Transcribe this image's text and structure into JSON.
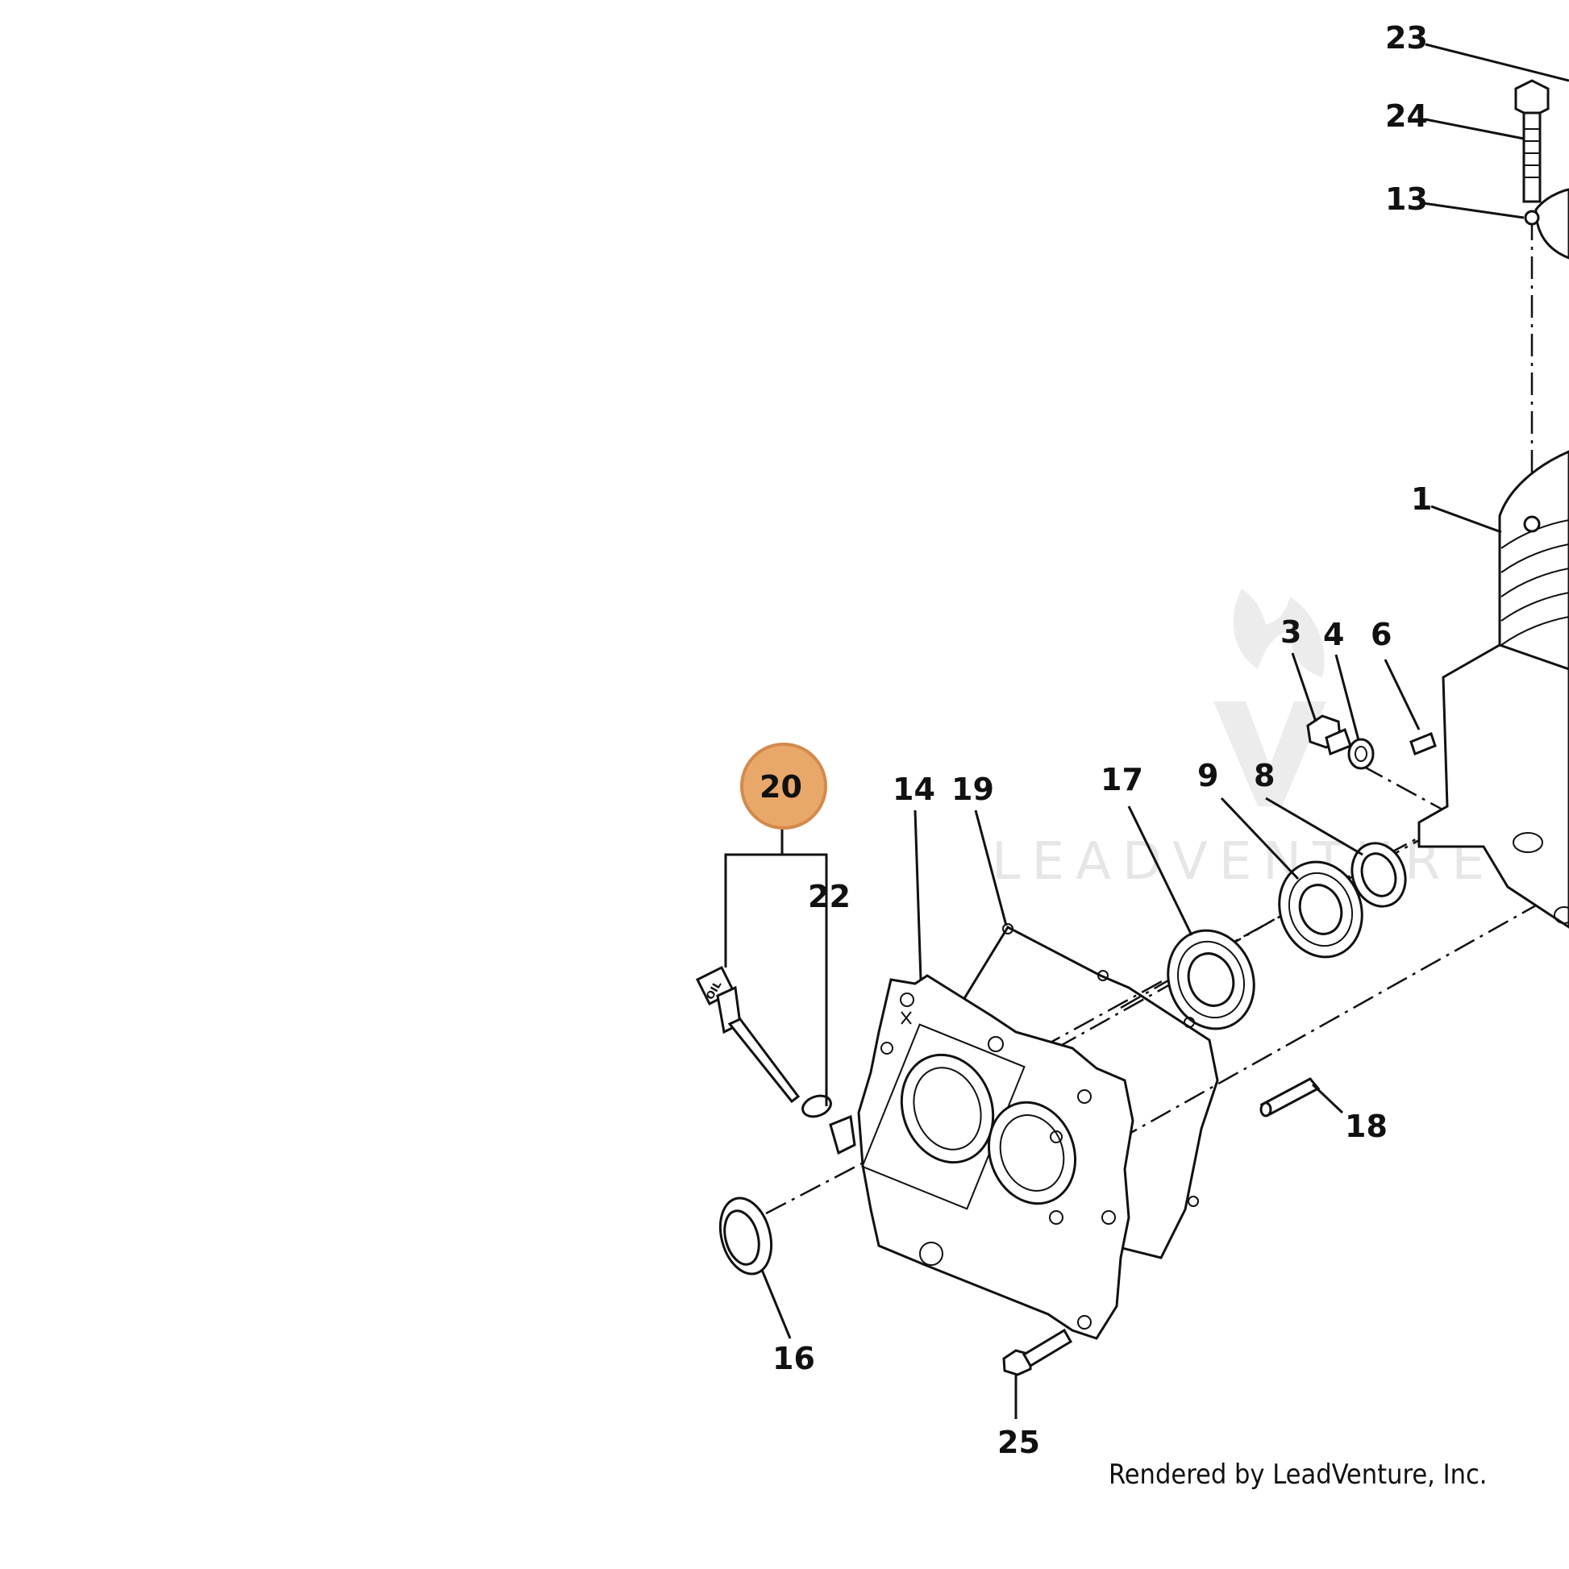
{
  "watermark": "LEADVENTURE",
  "credit": "Rendered by LeadVenture, Inc.",
  "highlight_color": "#e8a86a",
  "highlight_stroke": "#d4894a",
  "parts": {
    "p1": "1",
    "p3": "3",
    "p4": "4",
    "p6": "6",
    "p8": "8",
    "p9": "9",
    "p13": "13",
    "p14": "14",
    "p16": "16",
    "p17": "17",
    "p18": "18",
    "p19": "19",
    "p20": "20",
    "p22": "22",
    "p23": "23",
    "p24": "24",
    "p25": "25"
  },
  "dipstick_text": "OIL"
}
